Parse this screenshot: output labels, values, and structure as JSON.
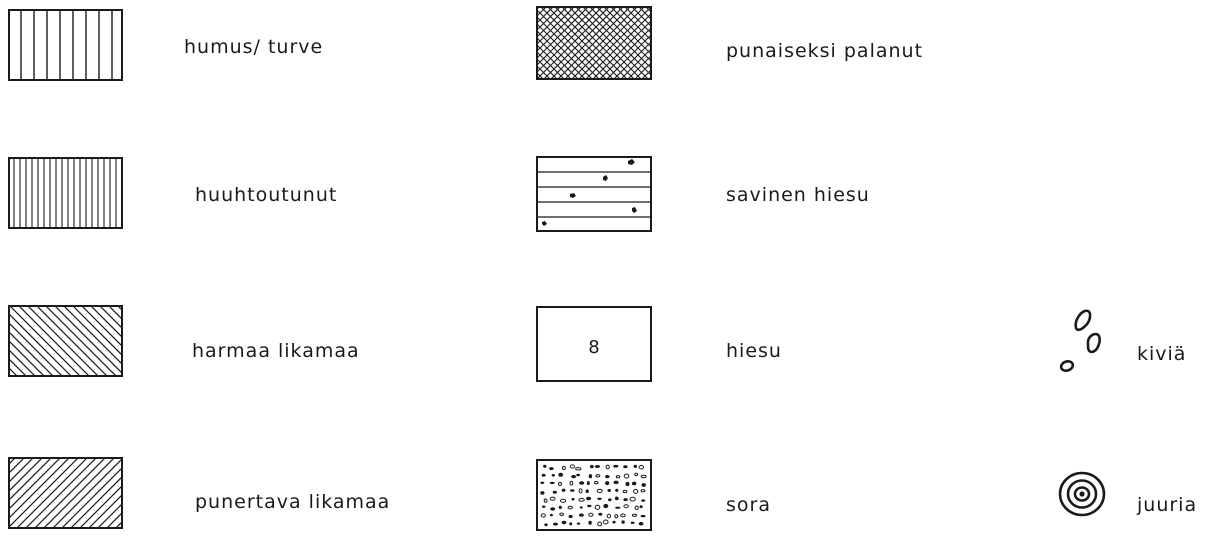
{
  "legend": {
    "col1": [
      {
        "label": "humus/ turve",
        "pattern": "wide-vertical-lines"
      },
      {
        "label": "huuhtoutunut",
        "pattern": "dense-vertical-lines"
      },
      {
        "label": "harmaa likamaa",
        "pattern": "diagonal-hatch-backslash"
      },
      {
        "label": "punertava likamaa",
        "pattern": "diagonal-hatch-slash"
      }
    ],
    "col2": [
      {
        "label": "punaiseksi  palanut",
        "pattern": "cross-hatch"
      },
      {
        "label": "savinen hiesu",
        "pattern": "horizontal-lines-with-flecks"
      },
      {
        "label": "hiesu",
        "pattern": "blank-box-with-numeral",
        "numeral": "8"
      },
      {
        "label": "sora",
        "pattern": "gravel-dots"
      }
    ],
    "col3": [
      {
        "label": "kiviä",
        "icon": "stones-icon"
      },
      {
        "label": "juuria",
        "icon": "root-rings-icon"
      }
    ]
  },
  "colors": {
    "ink": "#1a1a1a",
    "paper": "#ffffff"
  }
}
